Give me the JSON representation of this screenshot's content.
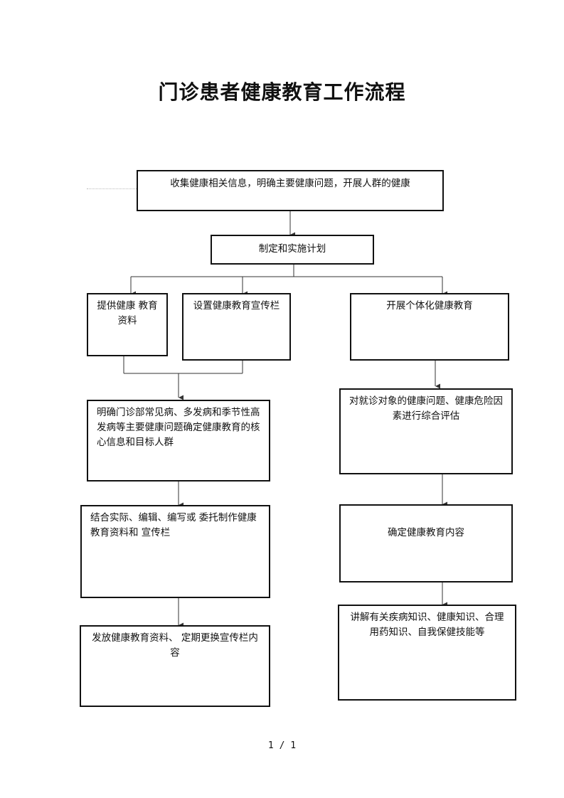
{
  "title": "门诊患者健康教育工作流程",
  "steps": {
    "collect": "收集健康相关信息，明确主要健康问题，开展人群的健康",
    "plan": "制定和实施计划",
    "provide_materials": "提供健康 教育资料",
    "bulletin": "设置健康教育宣传栏",
    "individual": "开展个体化健康教育",
    "core_info": "明确门诊部常见病、多发病和季节性高发病等主要健康问题确定健康教育的核心信息和目标人群",
    "assess": "对就诊对象的健康问题、健康危险因素进行综合评估",
    "compile": "结合实际、编辑、编写或 委托制作健康教育资料和 宣传栏",
    "content": "确定健康教育内容",
    "distribute": "发放健康教育资料、 定期更换宣传栏内容",
    "explain": "讲解有关疾病知识、健康知识、合理用药知识、自我保健技能等"
  },
  "footer": "1 / 1"
}
